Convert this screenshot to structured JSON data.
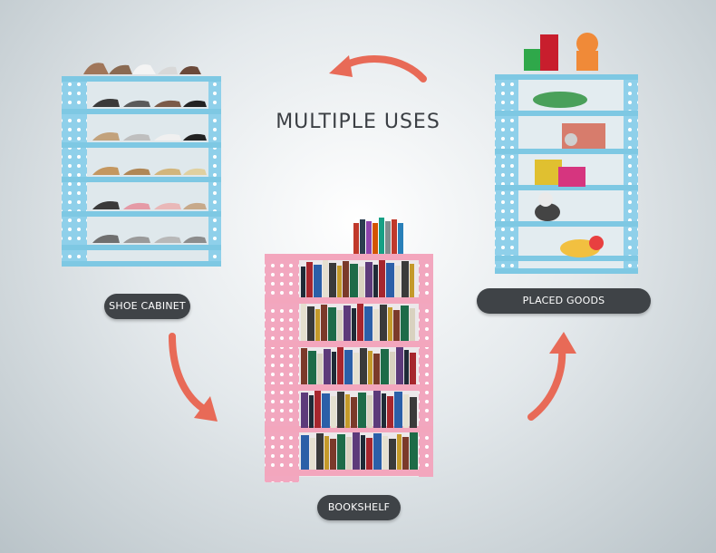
{
  "title": "MULTIPLE USES",
  "labels": {
    "shoe_cabinet": "SHOE CABINET",
    "placed_goods": "PLACED GOODS",
    "bookshelf": "BOOKSHELF"
  },
  "colors": {
    "blue_frame": "#7ec8e3",
    "pink_frame": "#f3a6bd",
    "arrow": "#e86a57",
    "pill": "#3f4347"
  }
}
